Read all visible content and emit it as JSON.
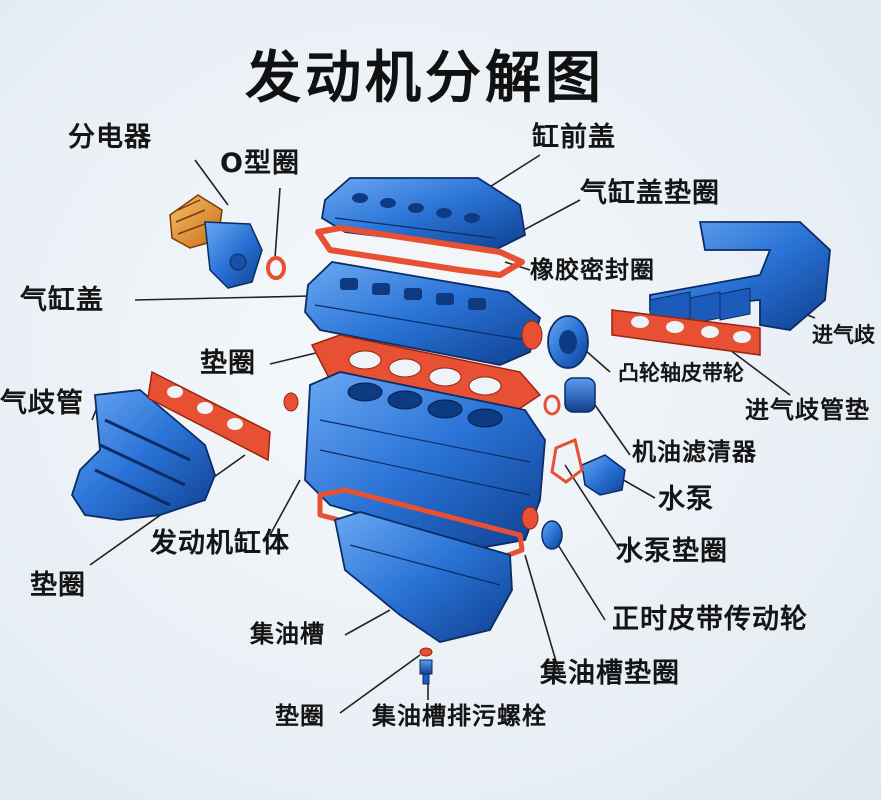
{
  "title": "发动机分解图",
  "labels": {
    "distributor": "分电器",
    "o_ring": "O型圈",
    "front_cover": "缸前盖",
    "valve_cover_gasket": "气缸盖垫圈",
    "rubber_seal": "橡胶密封圈",
    "cylinder_head": "气缸盖",
    "intake_manifold": "进气歧",
    "gasket_head": "垫圈",
    "camshaft_pulley": "凸轮轴皮带轮",
    "intake_manifold_gasket": "进气歧管垫",
    "exhaust_manifold": "气歧管",
    "oil_filter": "机油滤清器",
    "water_pump": "水泵",
    "water_pump_gasket": "水泵垫圈",
    "engine_block": "发动机缸体",
    "gasket_left": "垫圈",
    "oil_pan": "集油槽",
    "timing_pulley": "正时皮带传动轮",
    "oil_pan_gasket": "集油槽垫圈",
    "gasket_drain": "垫圈",
    "drain_bolt": "集油槽排污螺栓"
  },
  "colors": {
    "part_blue": "#2a73d6",
    "part_blue_dark": "#0f3f8f",
    "gasket_red": "#e85034",
    "distributor_orange": "#e08a2a",
    "leader_line": "#222222"
  }
}
